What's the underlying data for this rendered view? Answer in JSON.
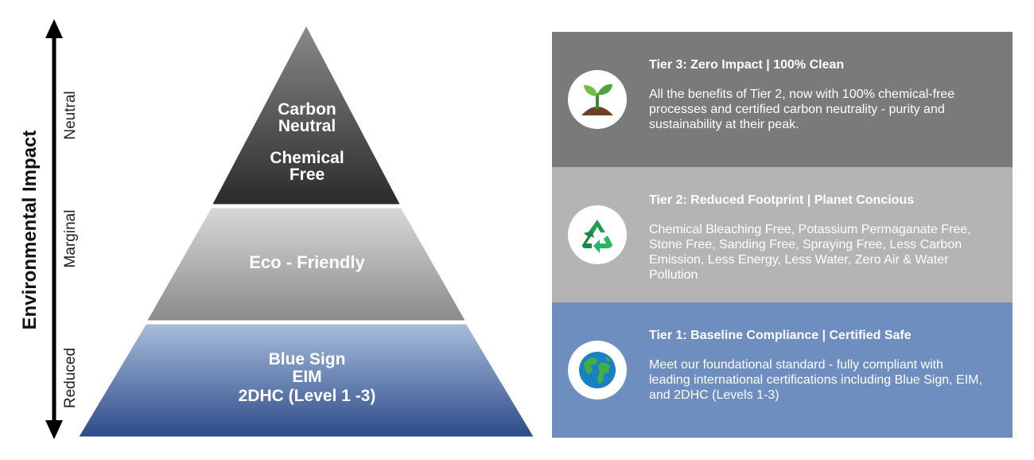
{
  "axis": {
    "title": "Environmental Impact",
    "ticks": [
      "Neutral",
      "Marginal",
      "Reduced"
    ]
  },
  "pyramid": {
    "top_lines": [
      "Carbon",
      "Neutral",
      "Chemical",
      "Free"
    ],
    "middle_lines": [
      "Eco - Friendly"
    ],
    "bottom_lines": [
      "Blue Sign",
      "EIM",
      "2DHC (Level 1 -3)"
    ]
  },
  "panels": {
    "tier3": {
      "title": "Tier 3: Zero Impact | 100% Clean",
      "body": "All the benefits of Tier 2, now with 100% chemical-free processes and certified carbon neutrality - purity and sustainability at their peak.",
      "icon": "sprout-icon",
      "color": "#7a7a7a"
    },
    "tier2": {
      "title": "Tier 2: Reduced Footprint | Planet Concious",
      "body": "Chemical Bleaching Free, Potassium Permaganate Free, Stone Free, Sanding Free, Spraying Free, Less Carbon Emission, Less Energy, Less Water, Zero Air & Water Pollution",
      "icon": "recycle-icon",
      "color": "#b4b4b4"
    },
    "tier1": {
      "title": "Tier 1: Baseline Compliance | Certified Safe",
      "body": "Meet our foundational standard - fully compliant with leading international certifications including Blue Sign, EIM, and 2DHC (Levels 1-3)",
      "icon": "globe-icon",
      "color": "#6e8ebf"
    }
  }
}
